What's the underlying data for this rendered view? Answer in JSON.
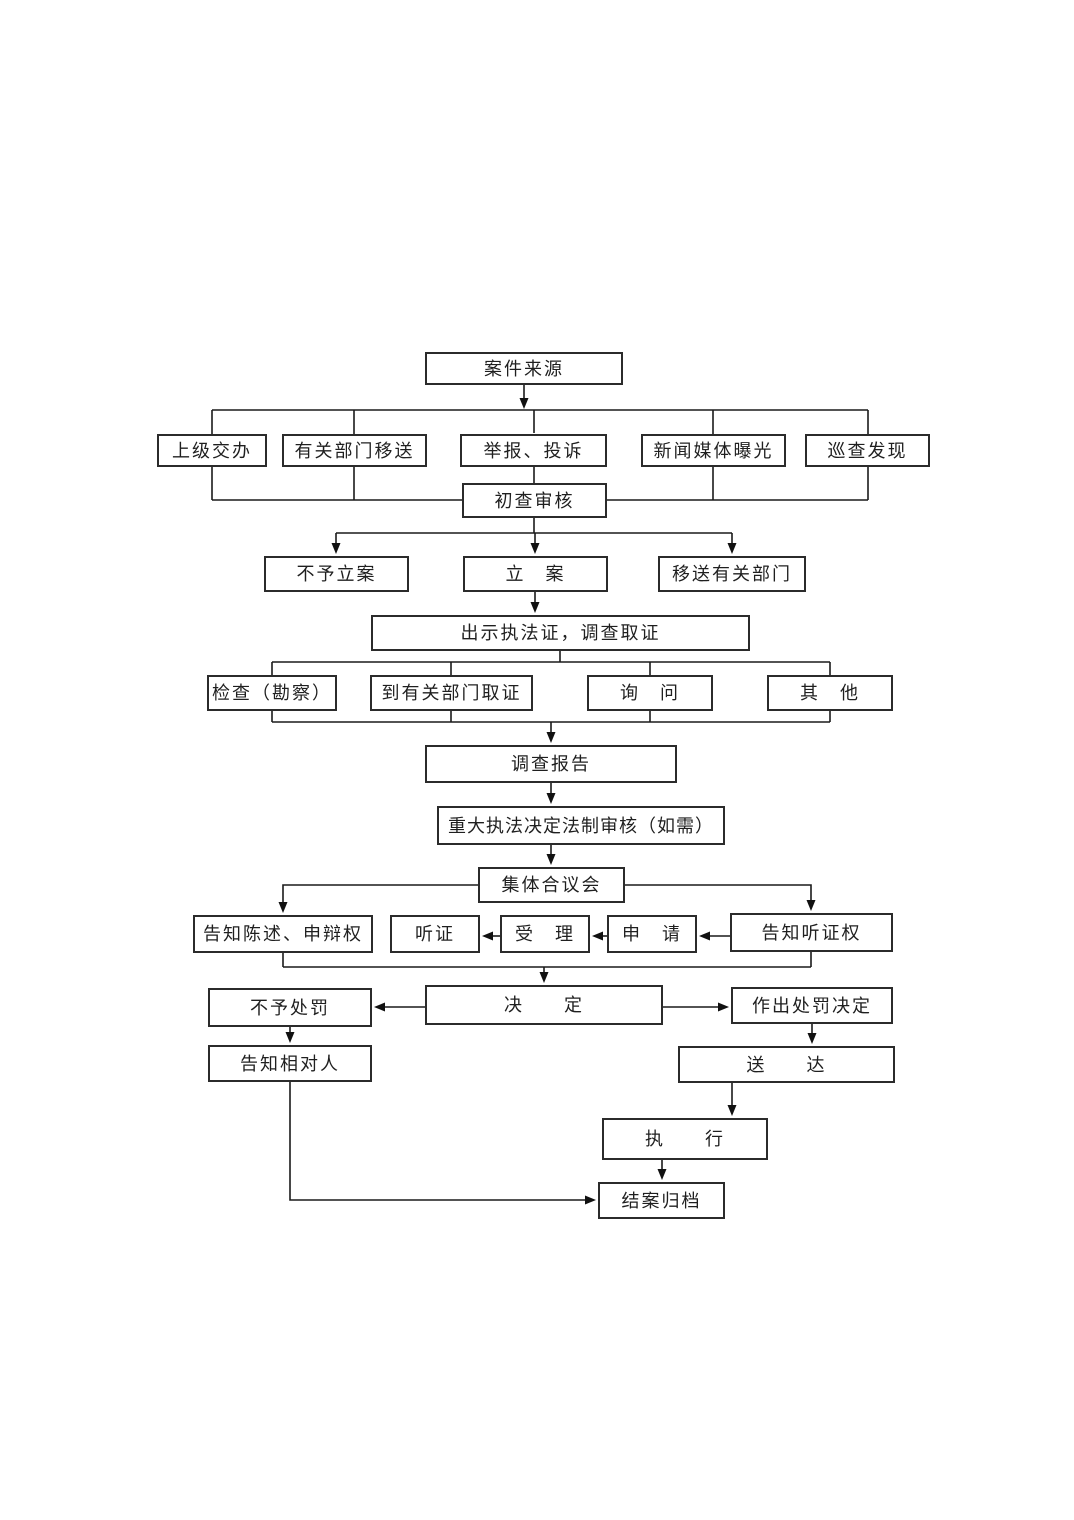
{
  "diagram": {
    "kind": "flowchart",
    "language": "zh-CN",
    "background_color": "#ffffff",
    "box_border_color": "#2b2b2b",
    "line_color": "#1a1a1a",
    "text_color": "#1f1f1f",
    "nodes": [
      {
        "id": "case-source",
        "label": "案件来源"
      },
      {
        "id": "superior-assignment",
        "label": "上级交办"
      },
      {
        "id": "department-transfer",
        "label": "有关部门移送"
      },
      {
        "id": "report-complaint",
        "label": "举报、投诉"
      },
      {
        "id": "media-exposure",
        "label": "新闻媒体曝光"
      },
      {
        "id": "patrol-discovery",
        "label": "巡查发现"
      },
      {
        "id": "initial-review",
        "label": "初查审核"
      },
      {
        "id": "no-filing",
        "label": "不予立案"
      },
      {
        "id": "filing",
        "label": "立　案"
      },
      {
        "id": "transfer-out",
        "label": "移送有关部门"
      },
      {
        "id": "show-license",
        "label": "出示执法证，调查取证"
      },
      {
        "id": "inspection",
        "label": "检查（勘察）"
      },
      {
        "id": "dept-evidence",
        "label": "到有关部门取证"
      },
      {
        "id": "inquiry",
        "label": "询　问"
      },
      {
        "id": "other",
        "label": "其　他"
      },
      {
        "id": "investigation-report",
        "label": "调查报告"
      },
      {
        "id": "legal-review",
        "label": "重大执法决定法制审核（如需）"
      },
      {
        "id": "collective-meeting",
        "label": "集体合议会"
      },
      {
        "id": "inform-defense",
        "label": "告知陈述、申辩权"
      },
      {
        "id": "hearing",
        "label": "听证"
      },
      {
        "id": "accept",
        "label": "受　理"
      },
      {
        "id": "apply",
        "label": "申　请"
      },
      {
        "id": "inform-hearing",
        "label": "告知听证权"
      },
      {
        "id": "no-penalty",
        "label": "不予处罚"
      },
      {
        "id": "decision",
        "label": "决　　定"
      },
      {
        "id": "penalty-decision",
        "label": "作出处罚决定"
      },
      {
        "id": "inform-party",
        "label": "告知相对人"
      },
      {
        "id": "serve",
        "label": "送　　达"
      },
      {
        "id": "execute",
        "label": "执　　行"
      },
      {
        "id": "close-file",
        "label": "结案归档"
      }
    ],
    "edges": [
      {
        "from": "case-source",
        "to": "superior-assignment"
      },
      {
        "from": "case-source",
        "to": "department-transfer"
      },
      {
        "from": "case-source",
        "to": "report-complaint"
      },
      {
        "from": "case-source",
        "to": "media-exposure"
      },
      {
        "from": "case-source",
        "to": "patrol-discovery"
      },
      {
        "from": "superior-assignment",
        "to": "initial-review"
      },
      {
        "from": "department-transfer",
        "to": "initial-review"
      },
      {
        "from": "report-complaint",
        "to": "initial-review"
      },
      {
        "from": "media-exposure",
        "to": "initial-review"
      },
      {
        "from": "patrol-discovery",
        "to": "initial-review"
      },
      {
        "from": "initial-review",
        "to": "no-filing"
      },
      {
        "from": "initial-review",
        "to": "filing"
      },
      {
        "from": "initial-review",
        "to": "transfer-out"
      },
      {
        "from": "filing",
        "to": "show-license"
      },
      {
        "from": "show-license",
        "to": "inspection"
      },
      {
        "from": "show-license",
        "to": "dept-evidence"
      },
      {
        "from": "show-license",
        "to": "inquiry"
      },
      {
        "from": "show-license",
        "to": "other"
      },
      {
        "from": "inspection",
        "to": "investigation-report"
      },
      {
        "from": "dept-evidence",
        "to": "investigation-report"
      },
      {
        "from": "inquiry",
        "to": "investigation-report"
      },
      {
        "from": "other",
        "to": "investigation-report"
      },
      {
        "from": "investigation-report",
        "to": "legal-review"
      },
      {
        "from": "legal-review",
        "to": "collective-meeting"
      },
      {
        "from": "collective-meeting",
        "to": "inform-defense"
      },
      {
        "from": "collective-meeting",
        "to": "inform-hearing"
      },
      {
        "from": "inform-hearing",
        "to": "apply"
      },
      {
        "from": "apply",
        "to": "accept"
      },
      {
        "from": "accept",
        "to": "hearing"
      },
      {
        "from": "inform-defense",
        "to": "decision"
      },
      {
        "from": "inform-hearing",
        "to": "decision"
      },
      {
        "from": "decision",
        "to": "no-penalty"
      },
      {
        "from": "decision",
        "to": "penalty-decision"
      },
      {
        "from": "no-penalty",
        "to": "inform-party"
      },
      {
        "from": "penalty-decision",
        "to": "serve"
      },
      {
        "from": "serve",
        "to": "execute"
      },
      {
        "from": "execute",
        "to": "close-file"
      },
      {
        "from": "inform-party",
        "to": "close-file"
      }
    ]
  }
}
